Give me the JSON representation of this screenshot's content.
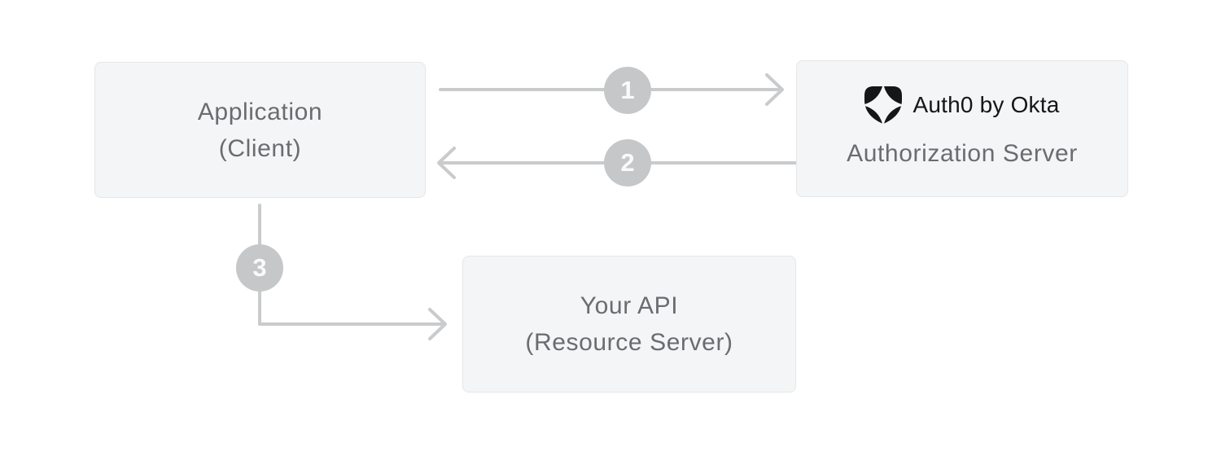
{
  "diagram": {
    "nodes": {
      "application": {
        "line1": "Application",
        "line2": "(Client)"
      },
      "authorization_server": {
        "logo_text": "Auth0 by Okta",
        "label": "Authorization Server"
      },
      "api": {
        "line1": "Your API",
        "line2": "(Resource Server)"
      }
    },
    "steps": [
      {
        "number": "1",
        "from": "application",
        "to": "authorization_server"
      },
      {
        "number": "2",
        "from": "authorization_server",
        "to": "application"
      },
      {
        "number": "3",
        "from": "application",
        "to": "api"
      }
    ],
    "colors": {
      "box_background": "#f4f5f6",
      "box_border": "#e4e6e9",
      "box_text": "#6b6c6f",
      "arrow": "#c9cbcd",
      "step_circle": "#c5c7c9",
      "step_number": "#fafafa",
      "logo": "#151618"
    }
  }
}
